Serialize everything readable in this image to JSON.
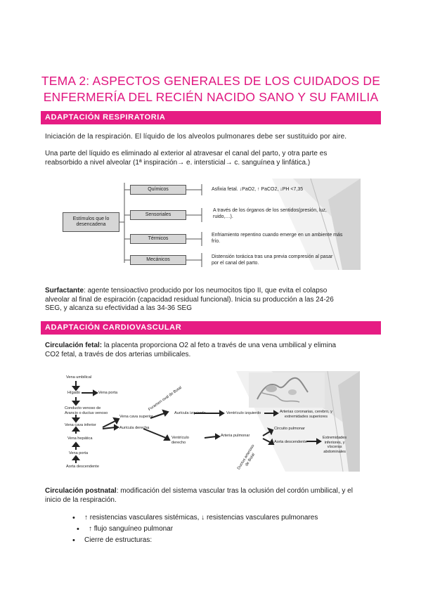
{
  "title": {
    "line1": "TEMA 2: ASPECTOS GENERALES DE LOS CUIDADOS DE",
    "line2": "ENFERMERÍA DEL RECIÉN NACIDO SANO Y SU FAMILIA"
  },
  "section1": {
    "heading": "ADAPTACIÓN RESPIRATORIA",
    "intro": "Iniciación de la respiración. El líquido de los alveolos pulmonares debe ser sustituido por aire.",
    "para1_line1": "Una parte del líquido es eliminado al exterior al atravesar el canal del parto, y otra parte es",
    "para1_line2": "reabsorbido a nivel alveolar (1ª inspiración→ e. intersticial→ c. sanguínea y linfática.)",
    "diagram": {
      "root": "Estímulos que lo desencadena",
      "items": [
        {
          "label": "Químicos",
          "desc1": "Asfixia fetal. ↓PaO2, ↑ PaCO2, ↓PH <7,35",
          "desc2": ""
        },
        {
          "label": "Sensoriales",
          "desc1": "A través de los órganos de los sentidos(presión, luz,",
          "desc2": "ruido,…)."
        },
        {
          "label": "Térmicos",
          "desc1": "Enfriamiento repentino cuando emerge en un ambiente más",
          "desc2": "frío."
        },
        {
          "label": "Mecánicos",
          "desc1": "Distensión torácica tras una previa compresión al pasar",
          "desc2": "por el canal del parto."
        }
      ]
    },
    "surfactante_term": "Surfactante",
    "surfactante_line1": ": agente tensioactivo producido por los neumocitos tipo II, que evita el colapso",
    "surfactante_line2": "alveolar al final de espiración (capacidad residual funcional). Inicia su producción a las 24-26",
    "surfactante_line3": "SEG, y alcanza su efectividad a las 34-36 SEG"
  },
  "section2": {
    "heading": "ADAPTACIÓN CARDIOVASCULAR",
    "fetal_term": "Circulación fetal:",
    "fetal_line1": " la placenta proporciona O2 al feto a través de una vena umbilical y elimina",
    "fetal_line2": "CO2 fetal, a través de dos arterias umbilicales.",
    "diagram": {
      "vena_umbilical": "Vena umbilical",
      "higado": "Hígado",
      "vena_porta_top": "Vena porta",
      "conducto_1": "Conducto venoso de",
      "conducto_2": "Arancio o ductus venoso",
      "vena_cava_inferior": "Vena cava inferior",
      "vena_hepatica": "Vena hepática",
      "vena_porta_bottom": "Vena porta",
      "aorta_descendente_bottom": "Aorta descendente",
      "vena_cava_superior": "Vena cava superior",
      "auricula_derecha": "Aurícula derecha",
      "foramen": "Foramen oval de Botal",
      "auricula_izquierda": "Aurícula izquierda",
      "ventriculo_izquierdo": "Ventrículo izquierdo",
      "arterias_1": "Arterias coronarias, cerebro, y",
      "arterias_2": "extremidades superiores",
      "ventriculo_derecho_1": "Ventrículo",
      "ventriculo_derecho_2": "derecho",
      "arteria_pulmonar": "Arteria pulmonar",
      "circuito_pulmonar": "Circuito pulmonar",
      "aorta_descendente": "Aorta descendente",
      "ductus_1": "Ductus arterioso",
      "ductus_2": "de Botal",
      "extremidades_1": "Extremidades",
      "extremidades_2": "inferiores, y",
      "extremidades_3": "vísceras",
      "extremidades_4": "abdominales"
    },
    "postnatal_term": "Circulación postnatal",
    "postnatal_line1": ": modificación del sistema vascular tras la oclusión del cordón umbilical, y el",
    "postnatal_line2": "inicio de la respiración.",
    "bullets": [
      "↑ resistencias vasculares sistémicas, ↓ resistencias vasculares pulmonares",
      "↑ flujo sanguíneo pulmonar",
      "Cierre de estructuras:"
    ]
  },
  "colors": {
    "accent": "#e61c83",
    "title": "#e0157f"
  }
}
